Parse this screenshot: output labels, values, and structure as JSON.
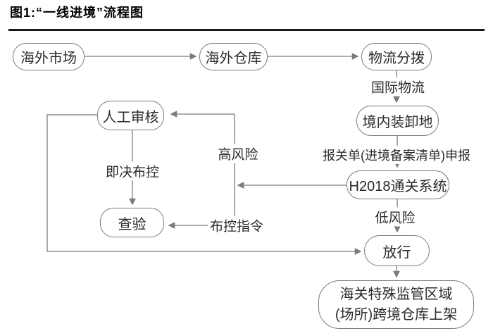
{
  "title": "图1:“一线进境”流程图",
  "colors": {
    "line": "#7b7b7b",
    "text": "#2b2b2b",
    "separator": "#1a1a1a",
    "background": "#ffffff"
  },
  "flow": {
    "nodes": [
      {
        "id": "overseas-market",
        "label": "海外市场"
      },
      {
        "id": "overseas-warehouse",
        "label": "海外仓库"
      },
      {
        "id": "logistics-sorting",
        "label": "物流分拨"
      },
      {
        "id": "domestic-unloading",
        "label": "境内装卸地"
      },
      {
        "id": "h2018-system",
        "label": "H2018通关系统"
      },
      {
        "id": "release",
        "label": "放行"
      },
      {
        "id": "bonded-warehouse",
        "label_line1": "海关特殊监管区域",
        "label_line2": "(场所)跨境仓库上架"
      },
      {
        "id": "manual-review",
        "label": "人工审核"
      },
      {
        "id": "inspection",
        "label": "查验"
      }
    ],
    "edge_labels": [
      {
        "id": "international-logistics",
        "text": "国际物流"
      },
      {
        "id": "declaration",
        "text": "报关单(进境备案清单)申报"
      },
      {
        "id": "high-risk",
        "text": "高风险"
      },
      {
        "id": "immediate-control",
        "text": "即决布控"
      },
      {
        "id": "control-command",
        "text": "布控指令"
      },
      {
        "id": "low-risk",
        "text": "低风险"
      }
    ],
    "edges": [
      {
        "from": "海外市场",
        "to": "海外仓库",
        "label": ""
      },
      {
        "from": "海外仓库",
        "to": "物流分拨",
        "label": ""
      },
      {
        "from": "物流分拨",
        "to": "境内装卸地",
        "label": "国际物流"
      },
      {
        "from": "境内装卸地",
        "to": "H2018通关系统",
        "label": "报关单(进境备案清单)申报"
      },
      {
        "from": "H2018通关系统",
        "to": "人工审核",
        "label": "高风险"
      },
      {
        "from": "人工审核",
        "to": "查验",
        "label": "即决布控"
      },
      {
        "from": "H2018通关系统",
        "to": "查验",
        "label": "布控指令"
      },
      {
        "from": "H2018通关系统",
        "to": "放行",
        "label": "低风险"
      },
      {
        "from": "人工审核",
        "to": "放行",
        "label": ""
      },
      {
        "from": "放行",
        "to": "海关特殊监管区域(场所)跨境仓库上架",
        "label": ""
      }
    ]
  }
}
